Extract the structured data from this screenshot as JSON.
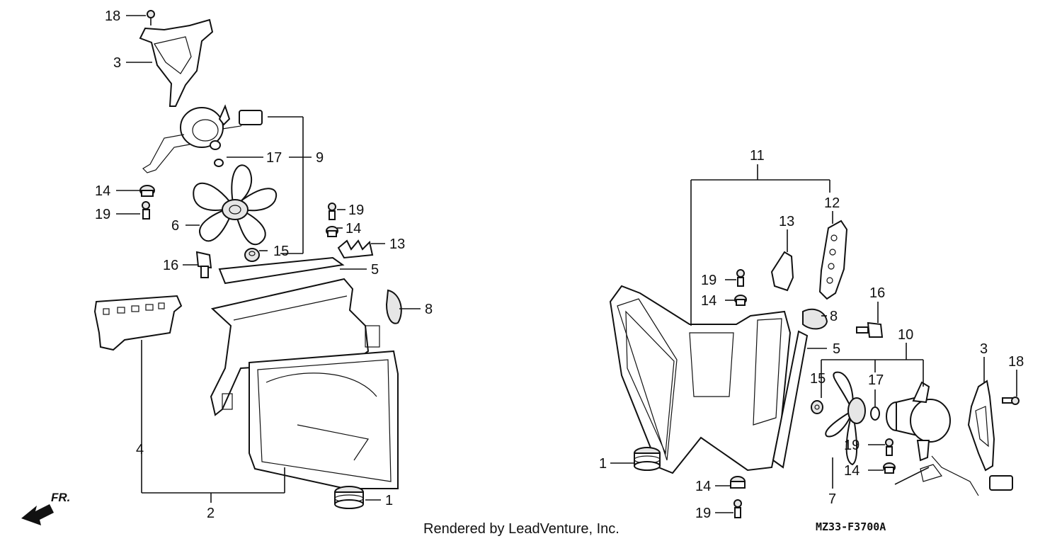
{
  "callouts": {
    "l18": "18",
    "l3": "3",
    "l17": "17",
    "l9": "9",
    "l14a": "14",
    "l19a": "19",
    "l6": "6",
    "l15": "15",
    "l16": "16",
    "l19b": "19",
    "l14b": "14",
    "l13": "13",
    "l5": "5",
    "l8": "8",
    "l4": "4",
    "l2": "2",
    "l1": "1",
    "r11": "11",
    "r12": "12",
    "r13": "13",
    "r19a": "19",
    "r14a": "14",
    "r8": "8",
    "r16": "16",
    "r10": "10",
    "r5": "5",
    "r3": "3",
    "r18": "18",
    "r15": "15",
    "r17": "17",
    "r19b": "19",
    "r14b": "14",
    "r1": "1",
    "r14c": "14",
    "r7": "7",
    "r19c": "19"
  },
  "front_indicator": "FR.",
  "credit": "Rendered by LeadVenture, Inc.",
  "diagram_code": "MZ33-F3700A"
}
